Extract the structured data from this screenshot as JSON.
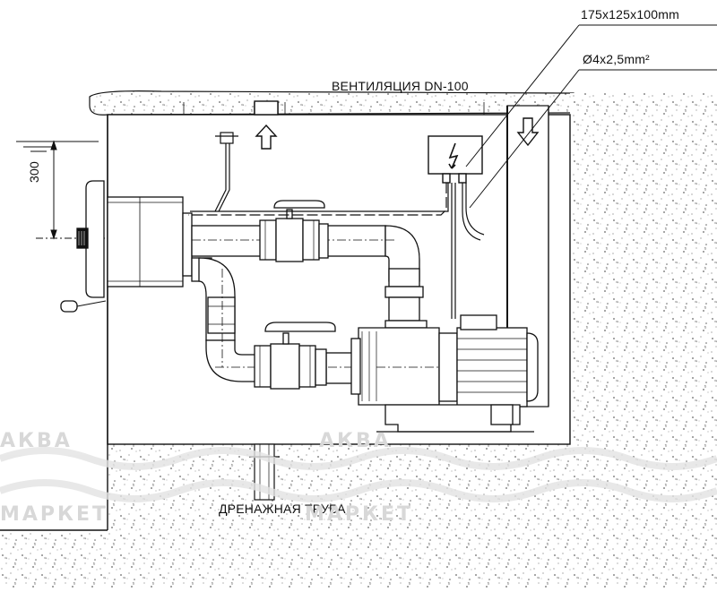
{
  "labels": {
    "box_size": "175x125x100mm",
    "cable": "Ø4x2,5mm²",
    "ventilation": "ВЕНТИЛЯЦИЯ",
    "ventilation_dn": "DN-100",
    "drain": "ДРЕНАЖНАЯ ТРУБА",
    "depth": "300"
  },
  "watermark": {
    "line1": "АКВА",
    "line2": "МАРКЕТ"
  },
  "icons": [
    "up-arrow-icon",
    "down-arrow-icon",
    "high-voltage-icon"
  ],
  "colors": {
    "line": "#111111",
    "concrete_dot": "#777777",
    "watermark": "#d8d8d8"
  }
}
